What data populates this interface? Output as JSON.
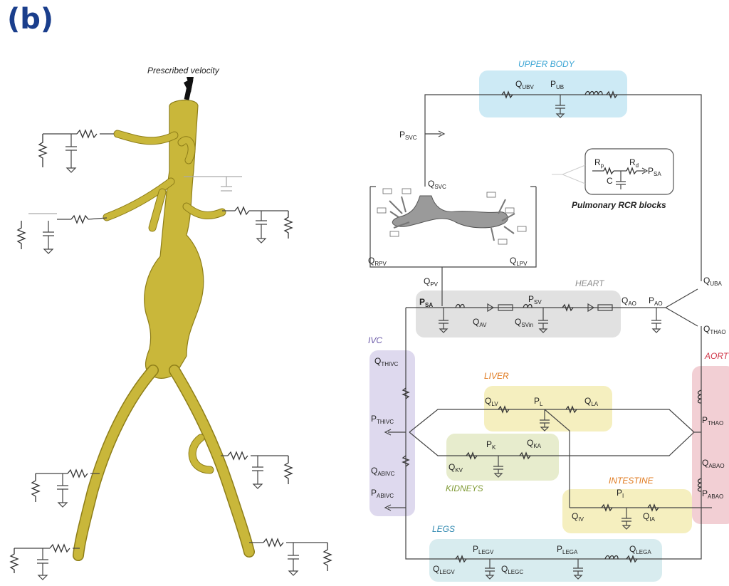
{
  "panel_label": "(b)",
  "left": {
    "annotation": "Prescribed velocity"
  },
  "right": {
    "regions": {
      "upper_body": "UPPER BODY",
      "heart": "HEART",
      "ivc": "IVC",
      "aorta": "AORT",
      "liver": "LIVER",
      "kidneys": "KIDNEYS",
      "intestine": "INTESTINE",
      "legs": "LEGS"
    },
    "pulmonary_caption": "Pulmonary RCR blocks",
    "rcr_block": {
      "rp": {
        "main": "R",
        "sub": "p"
      },
      "rd": {
        "main": "R",
        "sub": "d"
      },
      "c": "C",
      "psa": {
        "main": "P",
        "sub": "SA"
      }
    },
    "labels": {
      "qubv": {
        "main": "Q",
        "sub": "UBV"
      },
      "pub": {
        "main": "P",
        "sub": "UB"
      },
      "psvc": {
        "main": "P",
        "sub": "SVC"
      },
      "qsvc": {
        "main": "Q",
        "sub": "SVC"
      },
      "qrpv": {
        "main": "Q",
        "sub": "RPV"
      },
      "qlpv": {
        "main": "Q",
        "sub": "LPV"
      },
      "qpv": {
        "main": "Q",
        "sub": "PV"
      },
      "psa": {
        "main": "P",
        "sub": "SA"
      },
      "psv": {
        "main": "P",
        "sub": "SV"
      },
      "qav": {
        "main": "Q",
        "sub": "AV"
      },
      "qsvin": {
        "main": "Q",
        "sub": "SVin"
      },
      "qao": {
        "main": "Q",
        "sub": "AO"
      },
      "pao": {
        "main": "P",
        "sub": "AO"
      },
      "quba": {
        "main": "Q",
        "sub": "UBA"
      },
      "qthao": {
        "main": "Q",
        "sub": "THAO"
      },
      "qthivc": {
        "main": "Q",
        "sub": "THIVC"
      },
      "pthivc": {
        "main": "P",
        "sub": "THIVC"
      },
      "qabivc": {
        "main": "Q",
        "sub": "ABIVC"
      },
      "pabivc": {
        "main": "P",
        "sub": "ABIVC"
      },
      "qlv": {
        "main": "Q",
        "sub": "LV"
      },
      "pl": {
        "main": "P",
        "sub": "L"
      },
      "qla": {
        "main": "Q",
        "sub": "LA"
      },
      "pk": {
        "main": "P",
        "sub": "K"
      },
      "qka": {
        "main": "Q",
        "sub": "KA"
      },
      "qkv": {
        "main": "Q",
        "sub": "KV"
      },
      "pi": {
        "main": "P",
        "sub": "I"
      },
      "qiv": {
        "main": "Q",
        "sub": "IV"
      },
      "qia": {
        "main": "Q",
        "sub": "IA"
      },
      "pthao": {
        "main": "P",
        "sub": "THAO"
      },
      "qabao": {
        "main": "Q",
        "sub": "ABAO"
      },
      "pabao": {
        "main": "P",
        "sub": "ABAO"
      },
      "plegv": {
        "main": "P",
        "sub": "LEGV"
      },
      "plega": {
        "main": "P",
        "sub": "LEGA"
      },
      "qlega": {
        "main": "Q",
        "sub": "LEGA"
      },
      "qlegv": {
        "main": "Q",
        "sub": "LEGV"
      },
      "qlegc": {
        "main": "Q",
        "sub": "LEGC"
      }
    }
  },
  "colors": {
    "upper_body": "#cdeaf5",
    "heart": "#e1e1e1",
    "ivc": "#ded9ee",
    "aorta": "#f2cfd4",
    "liver": "#f5efbf",
    "kidneys": "#e7eccd",
    "intestine": "#f5efbf",
    "legs": "#d8ecef",
    "title_upper": "#3aa4d4",
    "title_heart": "#8a8a8a",
    "title_ivc": "#6b5aa8",
    "title_aorta": "#d0384a",
    "title_orange": "#e07a1f",
    "title_kidneys": "#7f9a34",
    "title_legs": "#2f88b0"
  }
}
